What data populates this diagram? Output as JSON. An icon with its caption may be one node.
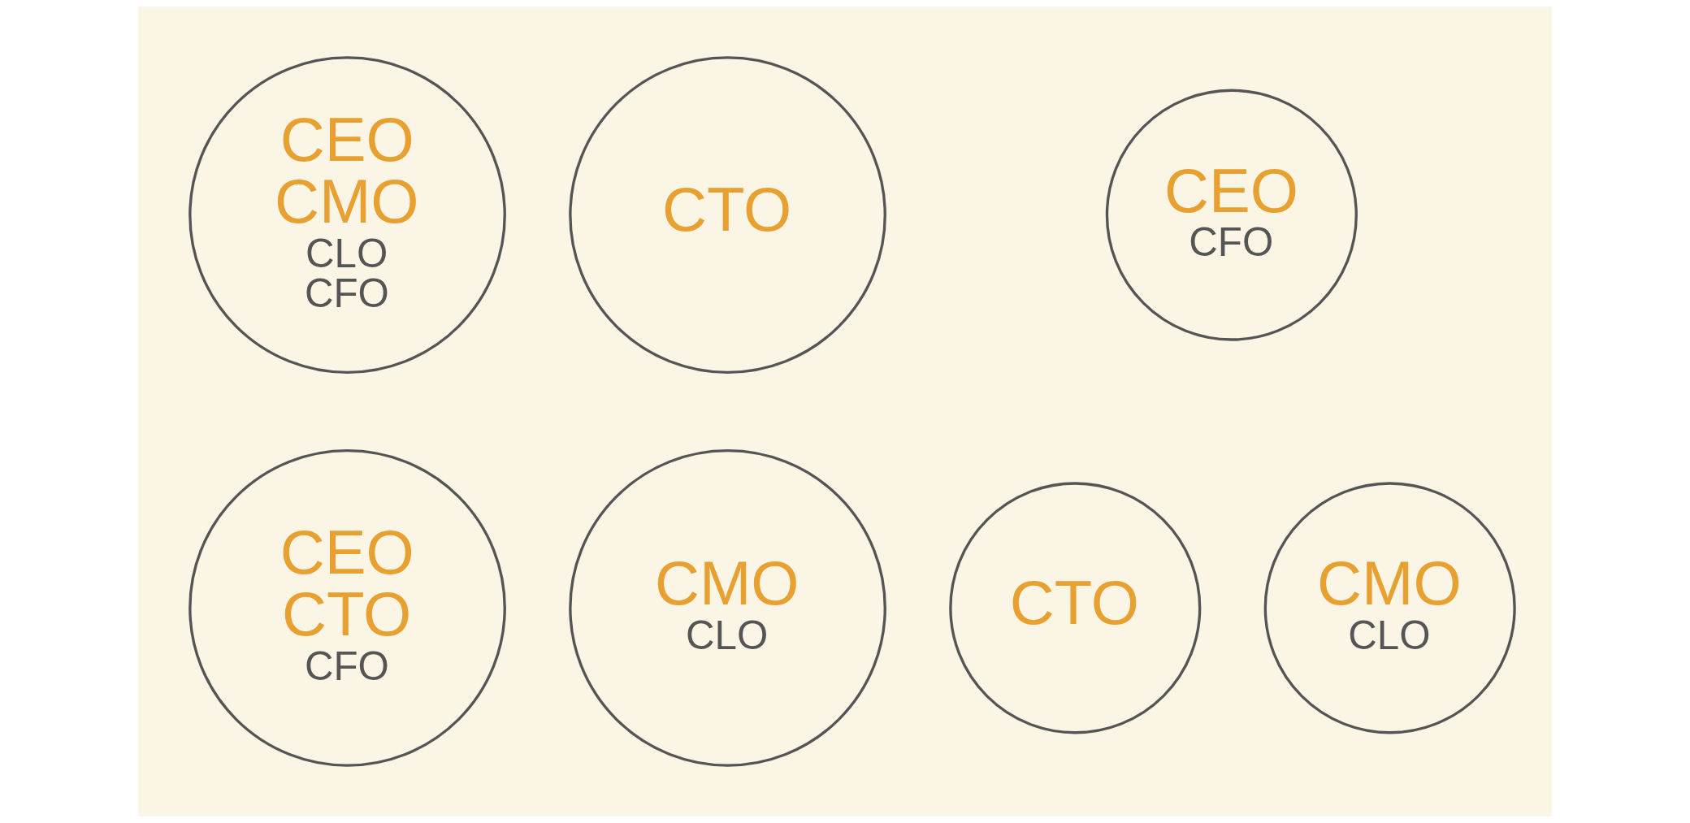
{
  "diagram": {
    "nodes": [
      {
        "text": [
          "CEO",
          "CMO",
          "CLO",
          "CFO"
        ]
      },
      {
        "text": [
          "CTO"
        ]
      },
      {
        "text": [
          "CEO",
          "CTO",
          "CFO"
        ]
      },
      {
        "text": [
          "CMO",
          "CLO"
        ]
      },
      {
        "text": [
          "CEO",
          "CFO"
        ]
      },
      {
        "text": [
          "CTO"
        ]
      },
      {
        "text": [
          "CMO",
          "CLO"
        ]
      }
    ]
  }
}
